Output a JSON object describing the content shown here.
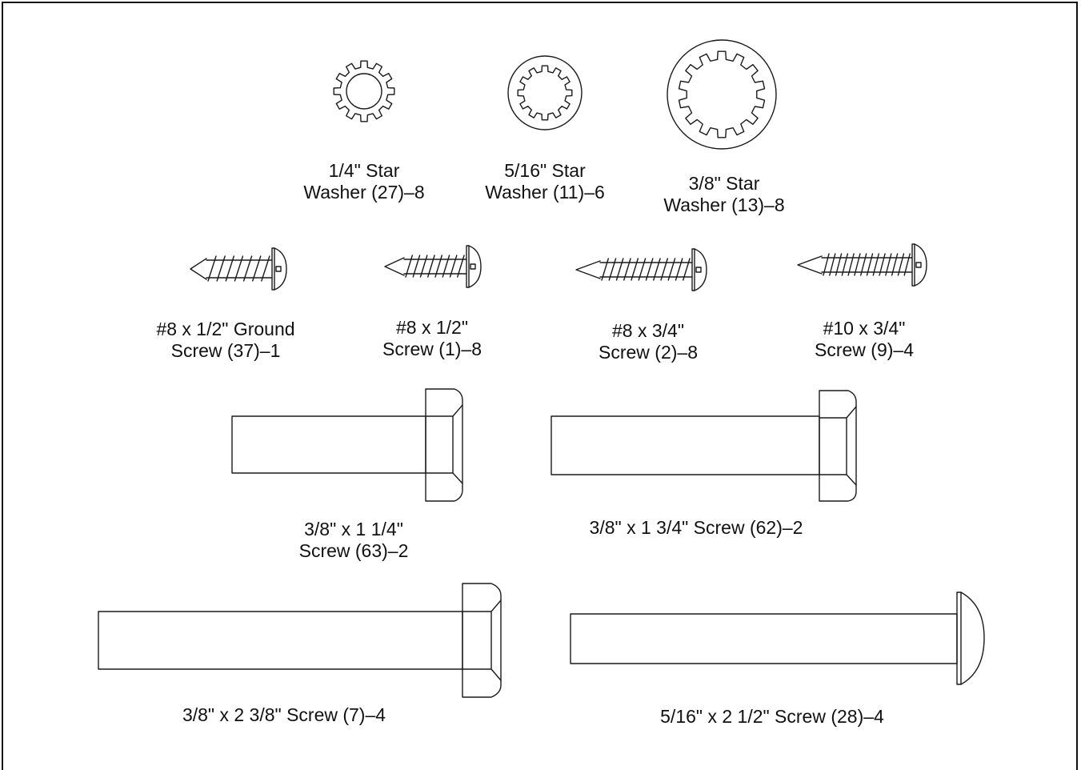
{
  "parts": {
    "washer_quarter": {
      "line1": "1/4\" Star",
      "line2": "Washer (27)–8"
    },
    "washer_five_sixteenths": {
      "line1": "5/16\" Star",
      "line2": "Washer (11)–6"
    },
    "washer_three_eighths": {
      "line1": "3/8\" Star",
      "line2": "Washer (13)–8"
    },
    "ground_screw": {
      "line1": "#8 x 1/2\" Ground",
      "line2": "Screw (37)–1"
    },
    "screw_8_half": {
      "line1": "#8 x 1/2\"",
      "line2": "Screw (1)–8"
    },
    "screw_8_three_quarter": {
      "line1": "#8 x 3/4\"",
      "line2": "Screw (2)–8"
    },
    "screw_10_three_quarter": {
      "line1": "#10 x 3/4\"",
      "line2": "Screw (9)–4"
    },
    "bolt_1_1_4": {
      "line1": "3/8\" x 1 1/4\"",
      "line2": "Screw (63)–2"
    },
    "bolt_1_3_4": {
      "line1": "3/8\" x 1 3/4\" Screw (62)–2"
    },
    "bolt_2_3_8": {
      "line1": "3/8\" x 2 3/8\" Screw (7)–4"
    },
    "bolt_2_1_2": {
      "line1": "5/16\" x 2 1/2\" Screw (28)–4"
    }
  }
}
